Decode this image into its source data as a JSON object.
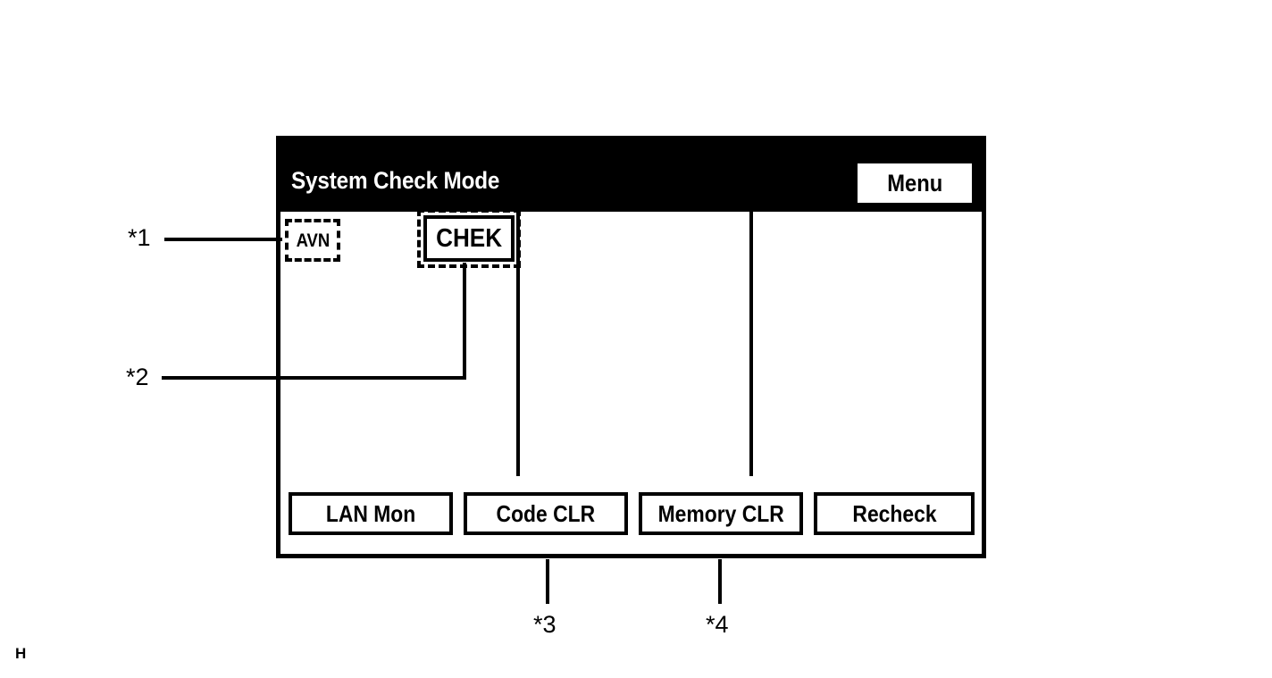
{
  "screen": {
    "title": "System Check Mode",
    "menu_button_label": "Menu",
    "content": {
      "avn_label": "AVN",
      "chek_button_label": "CHEK"
    },
    "bottom_buttons": [
      {
        "label": "LAN Mon"
      },
      {
        "label": "Code CLR"
      },
      {
        "label": "Memory CLR"
      },
      {
        "label": "Recheck"
      }
    ]
  },
  "callouts": [
    {
      "id": "1",
      "label": "*1",
      "points_to": "AVN"
    },
    {
      "id": "2",
      "label": "*2",
      "points_to": "CHEK"
    },
    {
      "id": "3",
      "label": "*3",
      "points_to": "Code CLR"
    },
    {
      "id": "4",
      "label": "*4",
      "points_to": "Memory CLR"
    }
  ],
  "page_marker": "H",
  "colors": {
    "background": "#ffffff",
    "foreground": "#000000",
    "title_bar": "#000000",
    "title_text": "#ffffff"
  }
}
